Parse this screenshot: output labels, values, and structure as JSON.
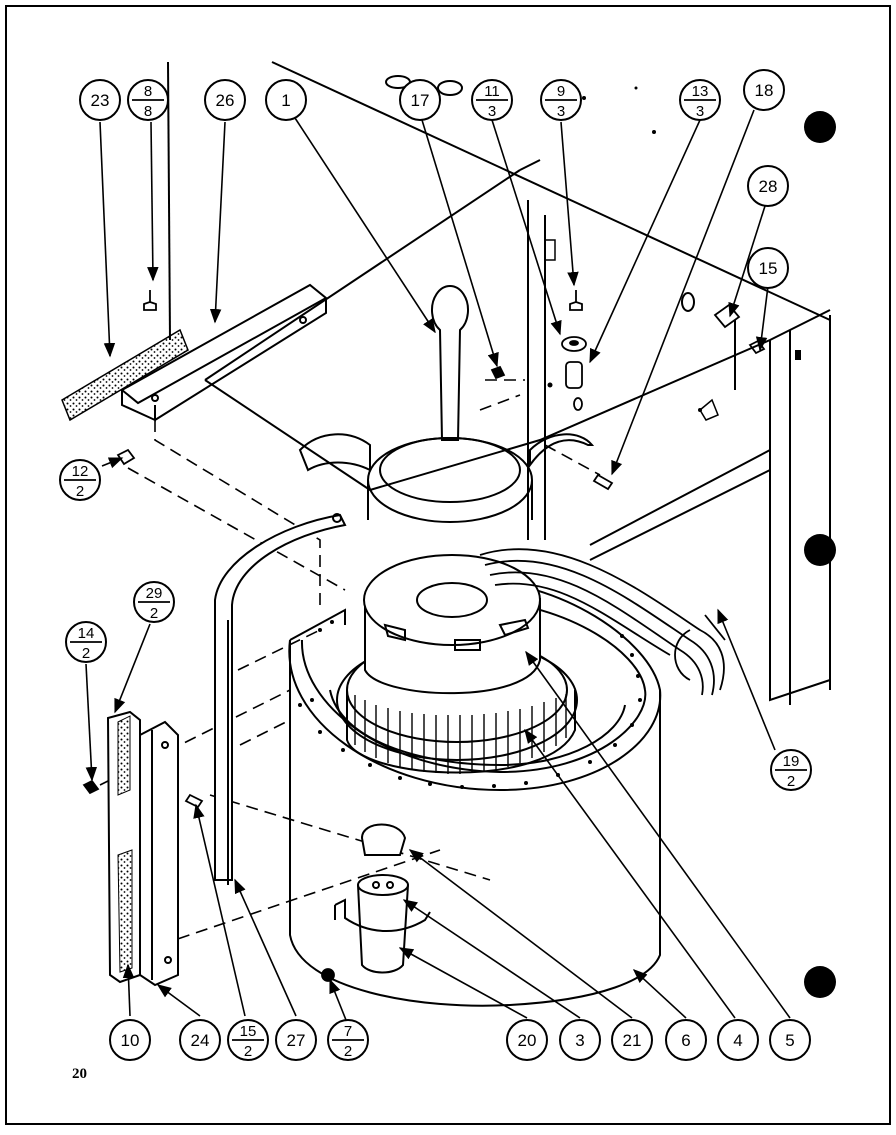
{
  "page_number": "20",
  "callouts": [
    {
      "id": "c23",
      "top": "23"
    },
    {
      "id": "c8-8",
      "top": "8",
      "bottom": "8"
    },
    {
      "id": "c26",
      "top": "26"
    },
    {
      "id": "c1",
      "top": "1"
    },
    {
      "id": "c17",
      "top": "17"
    },
    {
      "id": "c11-3",
      "top": "11",
      "bottom": "3"
    },
    {
      "id": "c9-3",
      "top": "9",
      "bottom": "3"
    },
    {
      "id": "c13-3",
      "top": "13",
      "bottom": "3"
    },
    {
      "id": "c18",
      "top": "18"
    },
    {
      "id": "c28",
      "top": "28"
    },
    {
      "id": "c15",
      "top": "15"
    },
    {
      "id": "c12-2",
      "top": "12",
      "bottom": "2"
    },
    {
      "id": "c29-2",
      "top": "29",
      "bottom": "2"
    },
    {
      "id": "c14-2",
      "top": "14",
      "bottom": "2"
    },
    {
      "id": "c19-2",
      "top": "19",
      "bottom": "2"
    },
    {
      "id": "c10",
      "top": "10"
    },
    {
      "id": "c24",
      "top": "24"
    },
    {
      "id": "c15-2",
      "top": "15",
      "bottom": "2"
    },
    {
      "id": "c27",
      "top": "27"
    },
    {
      "id": "c7-2",
      "top": "7",
      "bottom": "2"
    },
    {
      "id": "c20",
      "top": "20"
    },
    {
      "id": "c3",
      "top": "3"
    },
    {
      "id": "c21",
      "top": "21"
    },
    {
      "id": "c6",
      "top": "6"
    },
    {
      "id": "c4",
      "top": "4"
    },
    {
      "id": "c5",
      "top": "5"
    }
  ]
}
